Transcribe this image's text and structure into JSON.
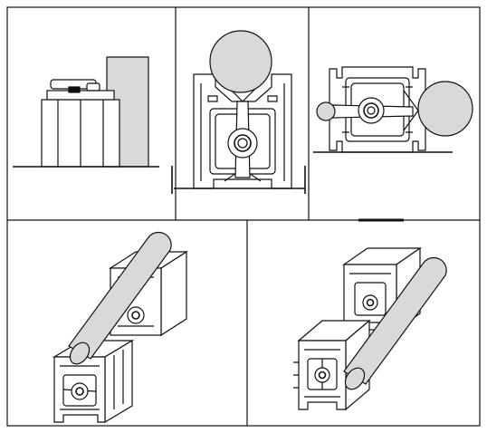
{
  "figure": {
    "panels": [
      {
        "id": "p1",
        "illustration": "block-beside-clamp"
      },
      {
        "id": "p2",
        "illustration": "upright-profile-holding-round-bar"
      },
      {
        "id": "p3",
        "illustration": "horizontal-profile-holding-round-bars"
      },
      {
        "id": "p4",
        "illustration": "profiles-supporting-long-round-bar"
      },
      {
        "id": "p5",
        "illustration": "profiles-supporting-long-round-bar-alt"
      }
    ],
    "colors": {
      "line": "#111111",
      "fill_gray": "#d9d9d9",
      "background": "#ffffff"
    }
  }
}
